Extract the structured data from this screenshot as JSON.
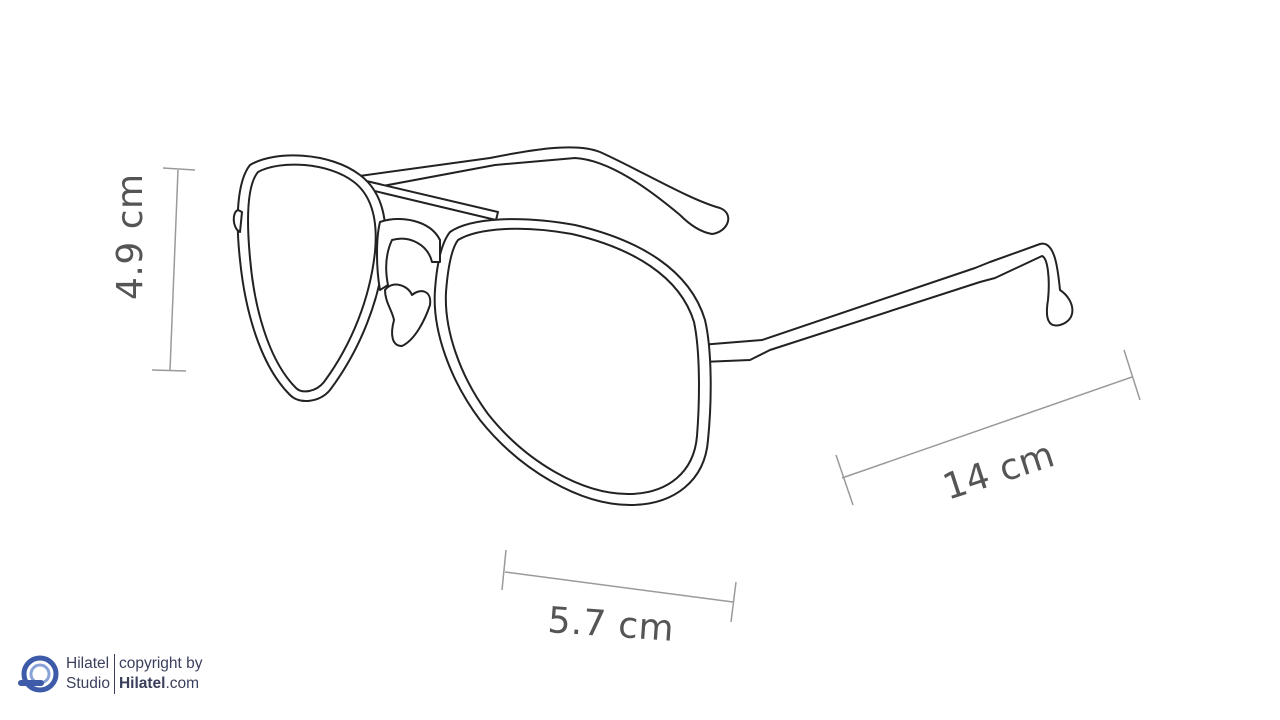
{
  "dimensions": {
    "height": "4.9 cm",
    "lens_width": "5.7 cm",
    "temple_length": "14 cm"
  },
  "watermark": {
    "brand_top": "Hilatel",
    "brand_bottom": "Studio",
    "copyright_line": "copyright by",
    "site_bold": "Hilatel",
    "site_suffix": ".com",
    "logo": "hilatel-logo-icon"
  },
  "colors": {
    "outline": "#222222",
    "dimension": "#9a9a9a",
    "label": "#555555",
    "watermark": "#3a3f5c",
    "logo_accent": "#3d5ba9"
  }
}
